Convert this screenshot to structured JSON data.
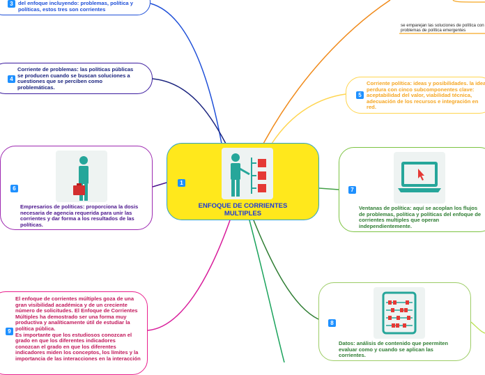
{
  "central": {
    "badge": "1",
    "title_line1": "ENFOQUE DE CORRIENTES",
    "title_line2": "MULTIPLES",
    "icon": "presenter-with-board-icon"
  },
  "topics": [
    {
      "badge": "3",
      "text": "del enfoque incluyendo: problemas, política y políticas, estos tres son corrientes",
      "color": "#1e4fd8"
    },
    {
      "badge": "4",
      "text": "Corriente de problemas: las políticas públicas se producen cuando se buscan soluciones a cuestiones que se perciben como problemáticas.",
      "color": "#1a237e"
    },
    {
      "badge": "5",
      "text": "Corriente política: ideas y posibilidades. la idea perdura con cinco subcomponentes clave: aceptabilidad del valor, viabilidad técnica, adecuación de los recursos e integración en red.",
      "color": "#f5a623"
    },
    {
      "badge": "6",
      "text": "Empresarios de políticas: proporciona la dosis necesaria de agencia requerida para unir las corrientes y dar forma a los resultados de las políticas.",
      "color": "#4a148c",
      "icon": "businessman-with-briefcase-icon"
    },
    {
      "badge": "7",
      "text": "Ventanas de política: aquí se acoplan los flujos de problemas, política y políticas del enfoque de corrientes multiples que operan independientemente.",
      "color": "#2e7d32",
      "icon": "laptop-cursor-icon"
    },
    {
      "badge": "8",
      "text": "Datos: análisis de contenido que peermiten evaluar como y cuando se aplican las corrientes.",
      "color": "#2e7d32",
      "icon": "abacus-icon"
    },
    {
      "badge": "9",
      "text": "El enfoque de corrientes múltiples goza de una gran visibilidad académica y de un creciente número de solicitudes. El Enfoque de Corrientes Múltiples ha demostrado ser una forma muy productiva y analíticamente útil de estudiar la política pública.\nEs importante que los estudiosos conozcan el grado en que los diferentes indicadores conozcan el grado en que los diferentes indicadores miden los conceptos, los límites y la importancia de las interacciones en la interacción de las diferentes políticas.",
      "color": "#c2185b"
    }
  ],
  "subtopic": {
    "text": "se emparejan las soluciones de política con los problemas de política emergentes"
  },
  "colors": {
    "central_fill": "#ffe81c",
    "central_border": "#2aa0c8",
    "badge": "#1e90ff"
  }
}
